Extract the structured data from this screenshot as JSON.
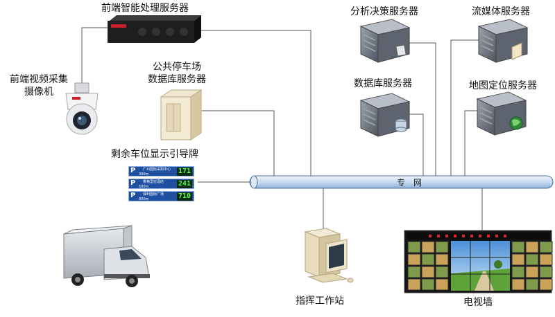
{
  "network": {
    "label": "专　网"
  },
  "nodes": {
    "front_server": {
      "label": "前端智能处理服务器"
    },
    "camera": {
      "line1": "前端视频采集",
      "line2": "摄像机"
    },
    "parking_db": {
      "line1": "公共停车场",
      "line2": "数据库服务器"
    },
    "guidance_sign": {
      "label": "剩余车位显示引导牌"
    },
    "analysis_server": {
      "label": "分析决策服务器"
    },
    "streaming_server": {
      "label": "流媒体服务器"
    },
    "db_server": {
      "label": "数据库服务器"
    },
    "map_server": {
      "label": "地图定位服务器"
    },
    "workstation": {
      "label": "指挥工作站"
    },
    "video_wall": {
      "label": "电视墙"
    }
  },
  "sign_rows": [
    {
      "p": "P",
      "dist": "300m",
      "name": "广州国际采购中心",
      "count": "171"
    },
    {
      "p": "P",
      "dist": "500m",
      "name": "香格里拉酒店",
      "count": "241"
    },
    {
      "p": "P",
      "dist": "800m",
      "name": "保利国际广场",
      "count": "710"
    }
  ],
  "colors": {
    "bus_fill": "#c9dcf2",
    "bus_stroke": "#4a6f9a",
    "server_body": "#6f7682",
    "led_green": "#55ff55",
    "sign_blue": "#1f4fa0"
  }
}
